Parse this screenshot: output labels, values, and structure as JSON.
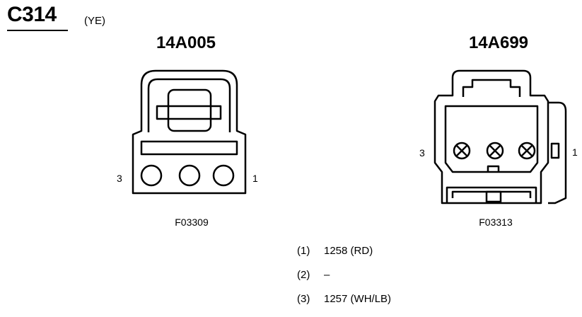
{
  "connector": {
    "id": "C314",
    "color_code": "(YE)"
  },
  "left_view": {
    "part_number": "14A005",
    "figure_id": "F03309",
    "pin_label_left": "3",
    "pin_label_right": "1"
  },
  "right_view": {
    "part_number": "14A699",
    "figure_id": "F03313",
    "pin_label_left": "3",
    "pin_label_right": "1"
  },
  "pins": [
    {
      "number": "(1)",
      "circuit": "1258 (RD)"
    },
    {
      "number": "(2)",
      "circuit": "–"
    },
    {
      "number": "(3)",
      "circuit": "1257 (WH/LB)"
    }
  ]
}
